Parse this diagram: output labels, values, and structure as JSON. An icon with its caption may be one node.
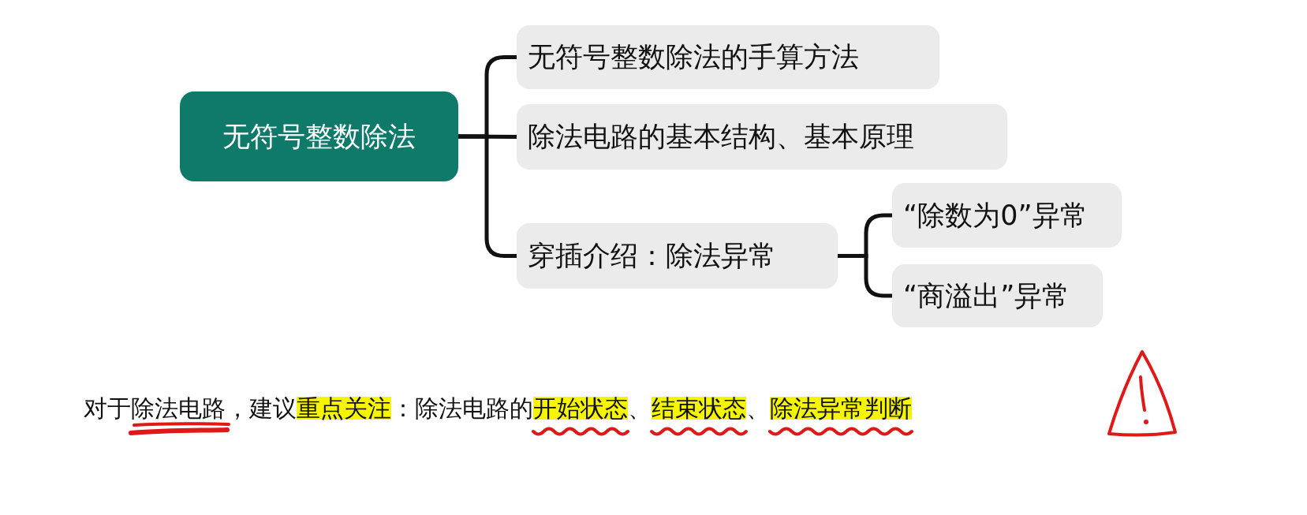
{
  "diagram": {
    "nodes": [
      {
        "text": [
          "无符号整数除法"
        ]
      },
      {
        "text": [
          "无符号整数除法的手算方法"
        ]
      },
      {
        "text": [
          "除法电路的基本结构、基本原理"
        ]
      },
      {
        "text": [
          "穿插介绍：除法异常"
        ]
      },
      {
        "text": [
          "“除数为0”异常"
        ]
      },
      {
        "text": [
          "“商溢出”异常"
        ]
      }
    ],
    "edges": [
      {
        "from": 0,
        "to": 1,
        "arrow": "none"
      },
      {
        "from": 0,
        "to": 2,
        "arrow": "none"
      },
      {
        "from": 0,
        "to": 3,
        "arrow": "none"
      },
      {
        "from": 3,
        "to": 4,
        "arrow": "none"
      },
      {
        "from": 3,
        "to": 5,
        "arrow": "none"
      }
    ],
    "labels": [
      "对于除法电路，建议重点关注：除法电路的开始状态、结束状态、除法异常判断"
    ]
  }
}
